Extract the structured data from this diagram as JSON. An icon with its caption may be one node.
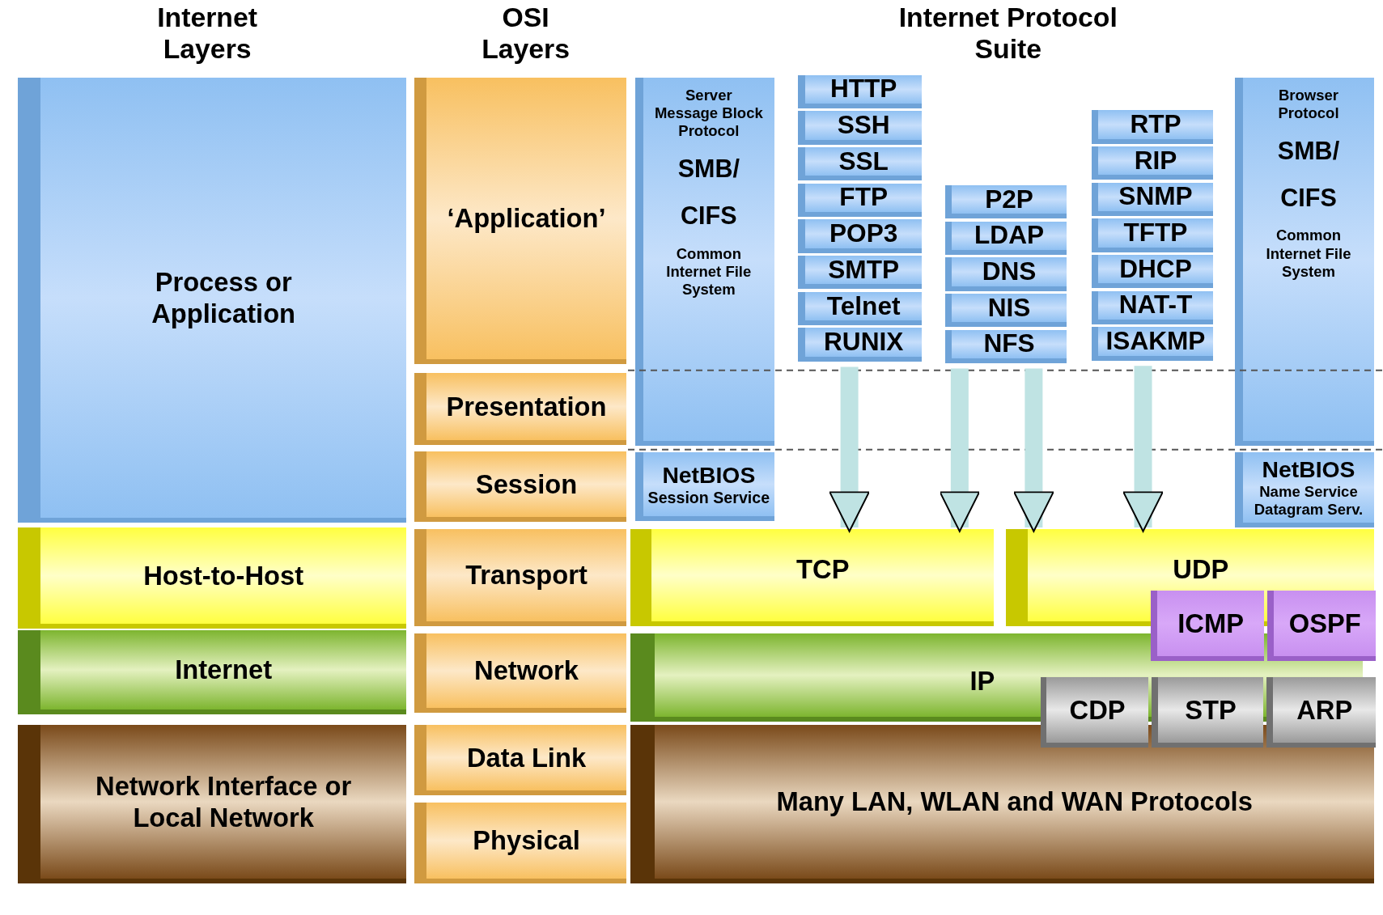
{
  "diagram": {
    "nodes": [
      {
        "text": [
          "Process or Application"
        ]
      },
      {
        "text": [
          "Host-to-Host"
        ]
      },
      {
        "text": [
          "Internet"
        ]
      },
      {
        "text": [
          "Network Interface or Local Network"
        ]
      },
      {
        "text": [
          "‘Application’"
        ]
      },
      {
        "text": [
          "Presentation"
        ]
      },
      {
        "text": [
          "Session"
        ]
      },
      {
        "text": [
          "Transport"
        ]
      },
      {
        "text": [
          "Network"
        ]
      },
      {
        "text": [
          "Data Link"
        ]
      },
      {
        "text": [
          "Physical"
        ]
      },
      {
        "text": [
          "Server Message Block Protocol",
          "SMB/ CIFS",
          "Common Internet File System"
        ]
      },
      {
        "text": [
          "HTTP"
        ]
      },
      {
        "text": [
          "SSH"
        ]
      },
      {
        "text": [
          "SSL"
        ]
      },
      {
        "text": [
          "FTP"
        ]
      },
      {
        "text": [
          "POP3"
        ]
      },
      {
        "text": [
          "SMTP"
        ]
      },
      {
        "text": [
          "Telnet"
        ]
      },
      {
        "text": [
          "RUNIX"
        ]
      },
      {
        "text": [
          "P2P"
        ]
      },
      {
        "text": [
          "LDAP"
        ]
      },
      {
        "text": [
          "DNS"
        ]
      },
      {
        "text": [
          "NIS"
        ]
      },
      {
        "text": [
          "NFS"
        ]
      },
      {
        "text": [
          "RTP"
        ]
      },
      {
        "text": [
          "RIP"
        ]
      },
      {
        "text": [
          "SNMP"
        ]
      },
      {
        "text": [
          "TFTP"
        ]
      },
      {
        "text": [
          "DHCP"
        ]
      },
      {
        "text": [
          "NAT-T"
        ]
      },
      {
        "text": [
          "ISAKMP"
        ]
      },
      {
        "text": [
          "Browser Protocol",
          "SMB/ CIFS",
          "Common Internet File System"
        ]
      },
      {
        "text": [
          "NetBIOS",
          "Session Service"
        ]
      },
      {
        "text": [
          "NetBIOS",
          "Name Service Datagram Serv."
        ]
      },
      {
        "text": [
          "TCP"
        ]
      },
      {
        "text": [
          "UDP"
        ]
      },
      {
        "text": [
          "ICMP"
        ]
      },
      {
        "text": [
          "OSPF"
        ]
      },
      {
        "text": [
          "IP"
        ]
      },
      {
        "text": [
          "CDP"
        ]
      },
      {
        "text": [
          "STP"
        ]
      },
      {
        "text": [
          "ARP"
        ]
      },
      {
        "text": [
          "Many LAN, WLAN and WAN Protocols"
        ]
      }
    ],
    "edges": [
      {
        "from": 19,
        "to": 35,
        "arrow": "to"
      },
      {
        "from": 24,
        "to": 35,
        "arrow": "to"
      },
      {
        "from": 24,
        "to": 36,
        "arrow": "to"
      },
      {
        "from": 31,
        "to": 36,
        "arrow": "to"
      }
    ],
    "labels": [
      "Internet Layers",
      "OSI Layers",
      "Internet Protocol Suite"
    ]
  }
}
